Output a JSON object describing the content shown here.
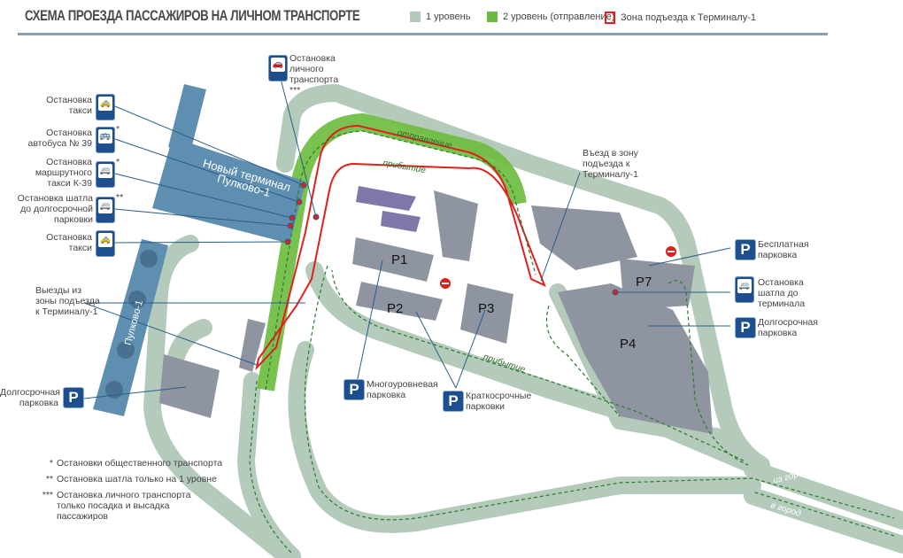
{
  "title": "СХЕМА ПРОЕЗДА ПАССАЖИРОВ НА ЛИЧНОМ ТРАНСПОРТЕ",
  "legend": [
    {
      "label": "1 уровень",
      "color": "#b4cbbb"
    },
    {
      "label": "2 уровень (отправление)",
      "color": "#6cbb3c"
    },
    {
      "label": "Зона подъезда к Терминалу-1",
      "color": "#e0201c"
    }
  ],
  "terminal": {
    "name_line1": "Новый терминал",
    "name_line2": "Пулково-1",
    "old": "Пулково-1"
  },
  "stops": {
    "private": {
      "label": "Остановка личного транспорта",
      "mark": "***"
    },
    "taxi1": {
      "label": "Остановка такси"
    },
    "bus39": {
      "label": "Остановка автобуса № 39",
      "mark": "*"
    },
    "minibus": {
      "label": "Остановка маршрутного такси К-39",
      "mark": "*"
    },
    "shuttle_long": {
      "label": "Остановка шатла до долгосрочной парковки",
      "mark": "**"
    },
    "taxi2": {
      "label": "Остановка такси"
    },
    "exits": {
      "label": "Выезды из зоны подъезда к Терминалу-1"
    },
    "entry": {
      "label": "Въезд в зону подъезда к Терминалу-1"
    },
    "long_left": {
      "label": "Долгосрочная парковка"
    },
    "multilevel": {
      "label": "Многоуровневая парковка"
    },
    "short": {
      "label": "Краткосрочные парковки"
    },
    "free": {
      "label": "Бесплатная парковка"
    },
    "shuttle_term": {
      "label": "Остановка шатла до терминала"
    },
    "long_right": {
      "label": "Долгосрочная парковка"
    }
  },
  "parking": [
    "P1",
    "P2",
    "P3",
    "P4",
    "P7"
  ],
  "parking_sign": "P",
  "roads": {
    "departure": "отправление",
    "arrival1": "прибытие",
    "arrival2": "прибытие",
    "from_city": "из города",
    "to_city": "в город"
  },
  "footnotes": [
    {
      "mark": "*",
      "text": "Остановки общественного транспорта"
    },
    {
      "mark": "**",
      "text": "Остановка шатла только на 1 уровне"
    },
    {
      "mark": "***",
      "text": "Остановка личного транспорта только посадка и высадка пассажиров"
    }
  ],
  "colors": {
    "road": "#b4cbbb",
    "building": "#8e95a1",
    "terminal": "#5e8eb0",
    "green": "#6cbb3c",
    "red": "#e0201c",
    "sign": "#1d4f8f"
  }
}
